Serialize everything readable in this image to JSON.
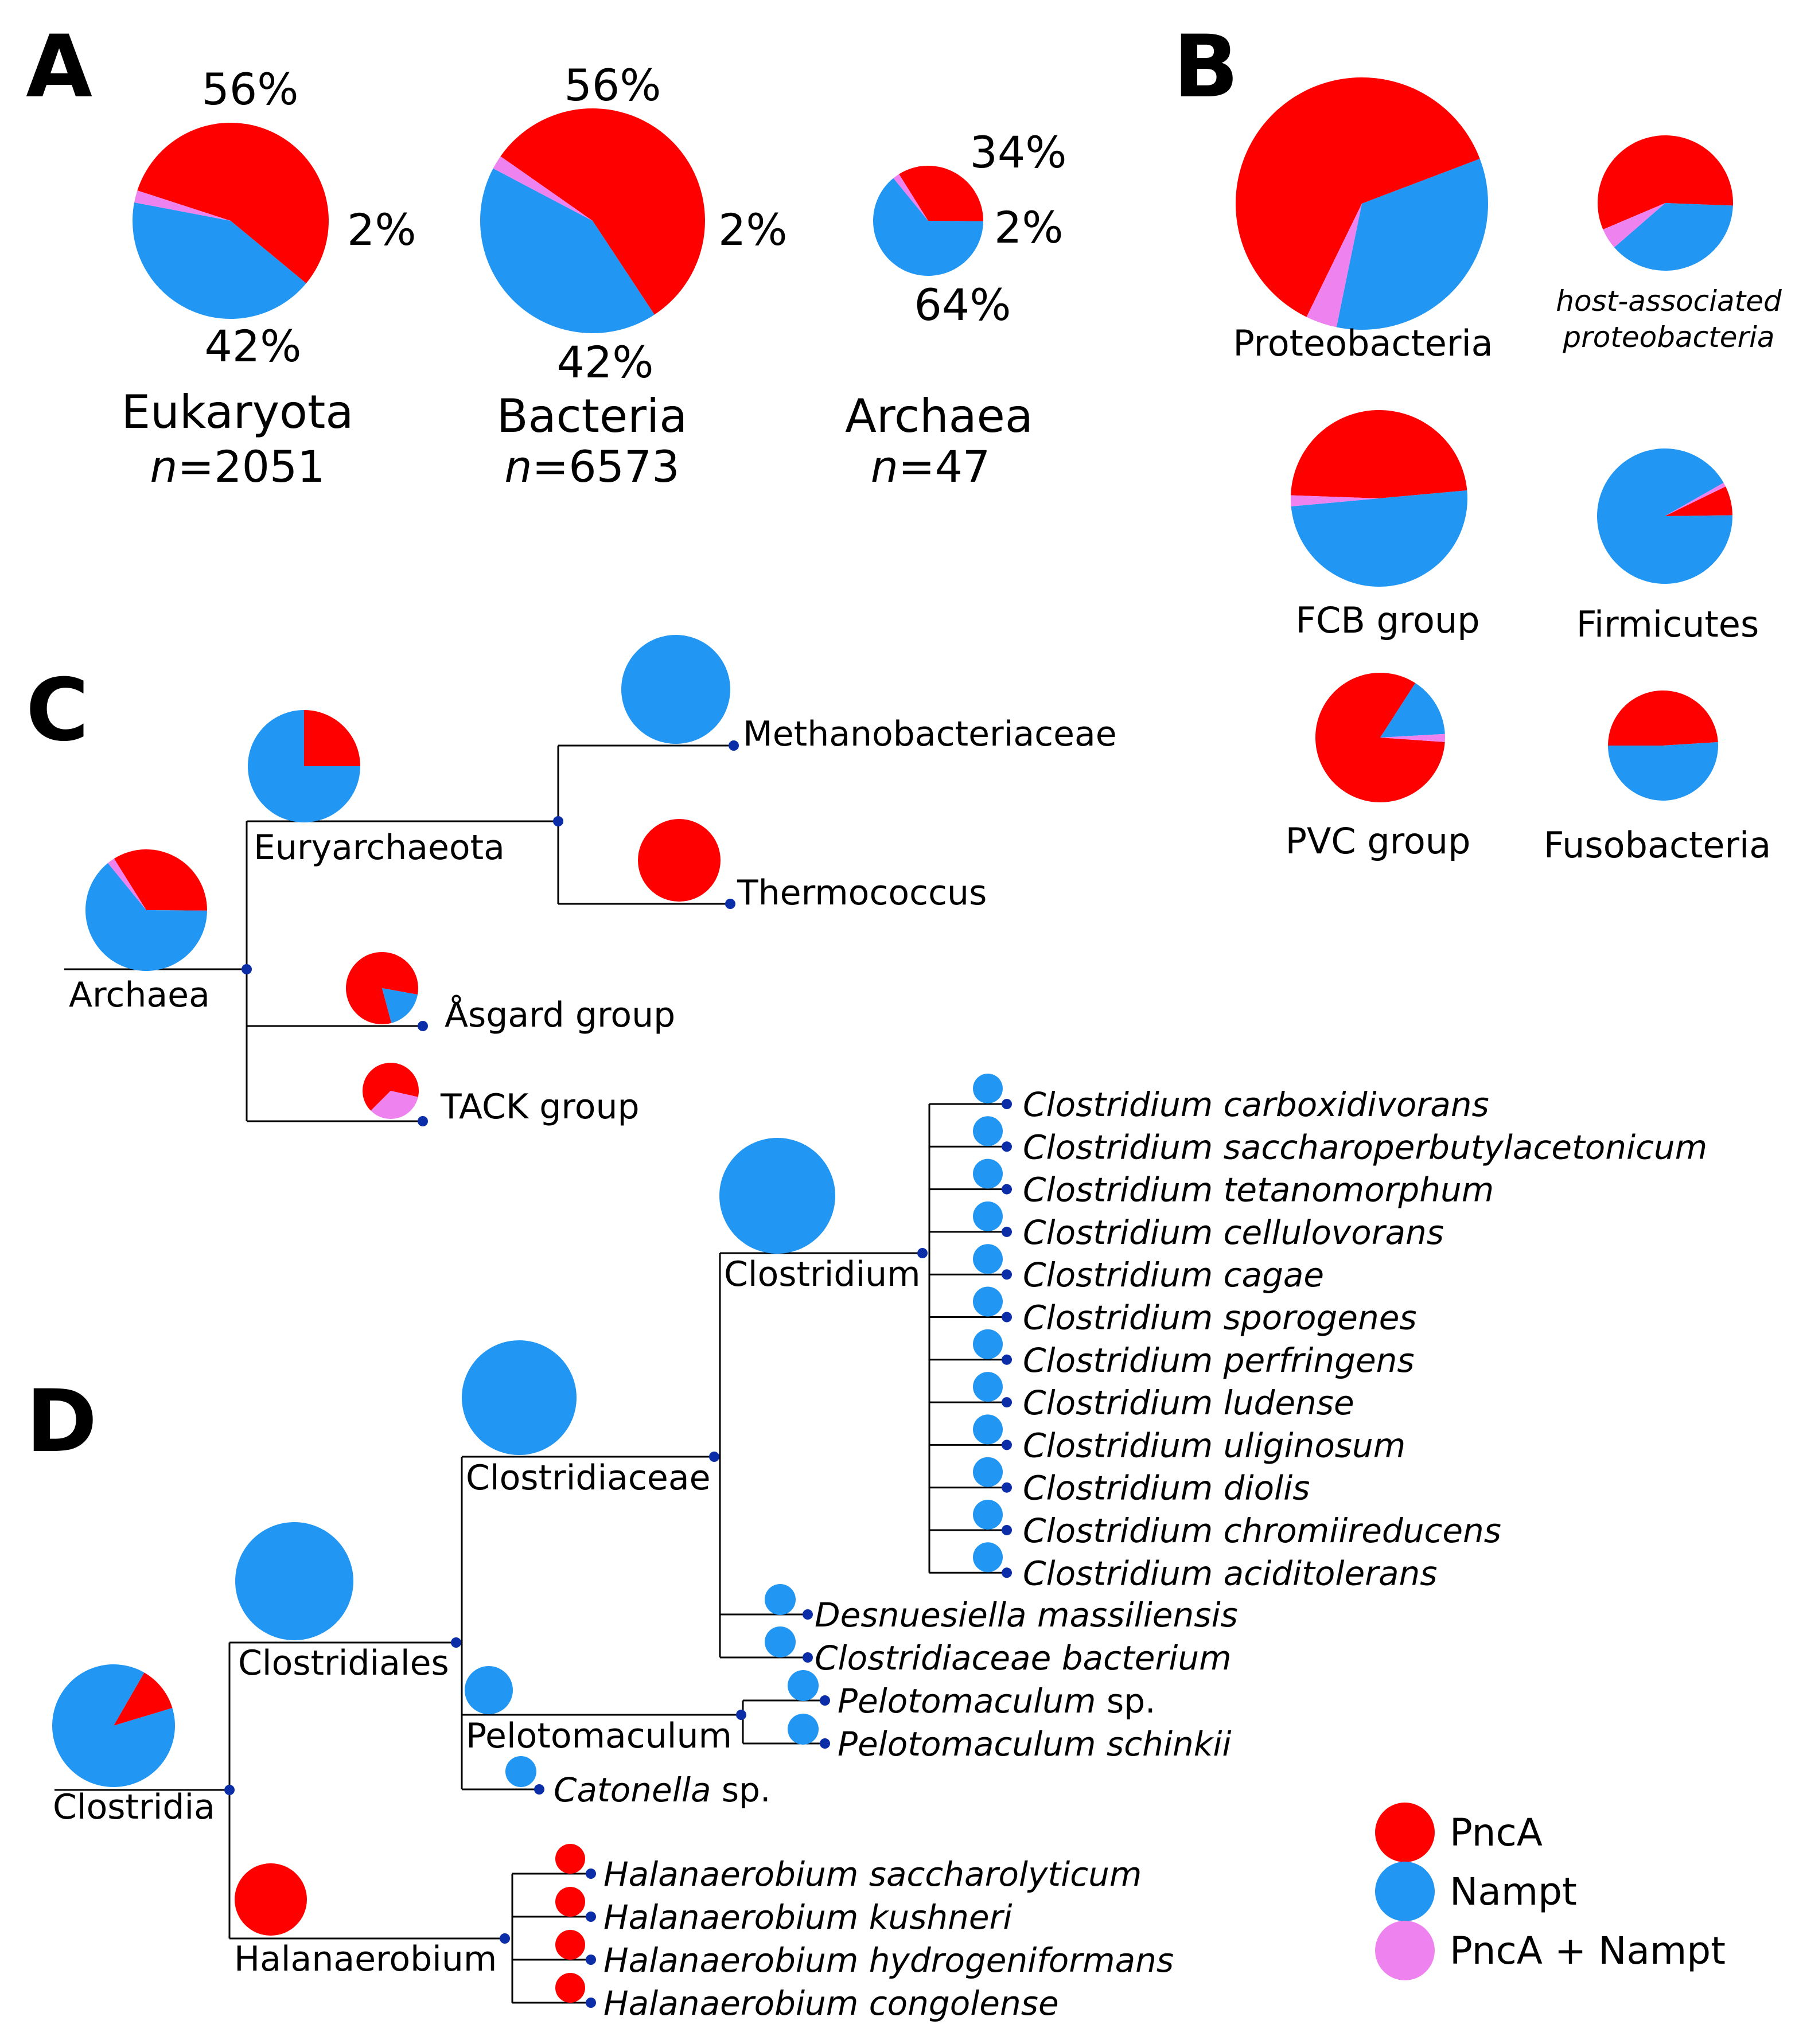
{
  "colors": {
    "PncA": "#ff0000",
    "Nampt": "#2196f3",
    "PncA + Nampt": "#ee82ee"
  },
  "panel_labels": {
    "a": "A",
    "b": "B",
    "c": "C",
    "d": "D"
  },
  "panelA": [
    {
      "name": "Eukaryota",
      "n_prefix": "n",
      "n_value": "=2051",
      "pct_pnca": "56%",
      "pct_nampt": "42%",
      "pct_both": "2%",
      "fractions": [
        0.56,
        0.42,
        0.02
      ]
    },
    {
      "name": "Bacteria",
      "n_prefix": "n",
      "n_value": "=6573",
      "pct_pnca": "56%",
      "pct_nampt": "42%",
      "pct_both": "2%",
      "fractions": [
        0.56,
        0.42,
        0.02
      ]
    },
    {
      "name": "Archaea",
      "n_prefix": "n",
      "n_value": "=47",
      "pct_pnca": "34%",
      "pct_nampt": "64%",
      "pct_both": "2%",
      "fractions": [
        0.34,
        0.64,
        0.02
      ]
    }
  ],
  "panelB": [
    {
      "name": "Proteobacteria",
      "fractions": [
        0.62,
        0.34,
        0.04
      ]
    },
    {
      "name_line1": "host-associated",
      "name_line2": "proteobacteria",
      "fractions": [
        0.57,
        0.38,
        0.05
      ]
    },
    {
      "name": "FCB group",
      "fractions": [
        0.48,
        0.5,
        0.02
      ]
    },
    {
      "name": "Firmicutes",
      "fractions": [
        0.07,
        0.92,
        0.01
      ]
    },
    {
      "name": "PVC group",
      "fractions": [
        0.83,
        0.15,
        0.02
      ]
    },
    {
      "name": "Fusobacteria",
      "fractions": [
        0.49,
        0.51,
        0.0
      ]
    }
  ],
  "panelC": {
    "root": "Archaea",
    "euryarchaeota": "Euryarchaeota",
    "methanobacteriaceae": "Methanobacteriaceae",
    "thermococcus": "Thermococcus",
    "asgard": "Åsgard group",
    "tack": "TACK group"
  },
  "panelD": {
    "root": "Clostridia",
    "clostridiales": "Clostridiales",
    "clostridiaceae": "Clostridiaceae",
    "clostridium": "Clostridium",
    "pelotomaculum": "Pelotomaculum",
    "halanaerobium": "Halanaerobium",
    "clostridium_species": [
      "Clostridium carboxidivorans",
      "Clostridium saccharoperbutylacetonicum",
      "Clostridium tetanomorphum",
      "Clostridium cellulovorans",
      "Clostridium cagae",
      "Clostridium sporogenes",
      "Clostridium perfringens",
      "Clostridium ludense",
      "Clostridium uliginosum",
      "Clostridium diolis",
      "Clostridium chromiireducens",
      "Clostridium aciditolerans"
    ],
    "desnuesiella": "Desnuesiella massiliensis",
    "clostridiaceae_bacterium": "Clostridiaceae bacterium",
    "pelotomaculum_sp_genus": "Pelotomaculum",
    "pelotomaculum_sp_suffix": " sp.",
    "pelotomaculum_schinkii": "Pelotomaculum schinkii",
    "catonella_genus": "Catonella",
    "catonella_suffix": " sp.",
    "halanaerobium_species": [
      "Halanaerobium saccharolyticum",
      "Halanaerobium kushneri",
      "Halanaerobium hydrogeniformans",
      "Halanaerobium congolense"
    ]
  },
  "legend": [
    {
      "label": "PncA",
      "color": "#ff0000"
    },
    {
      "label": "Nampt",
      "color": "#2196f3"
    },
    {
      "label": "PncA + Nampt",
      "color": "#ee82ee"
    }
  ]
}
